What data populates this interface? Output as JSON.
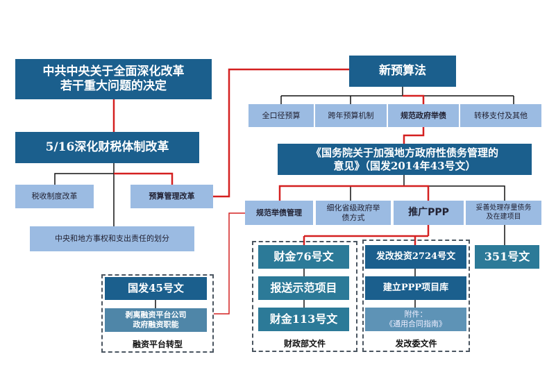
{
  "top": {
    "line1": "中共中央关于全面深化改革",
    "line2": "若干重大问题的决定"
  },
  "reform516": "5/16深化财税体制改革",
  "tax_reform": "税收制度改革",
  "budget_reform": "预算管理改革",
  "division": "中央和地方事权和支出责任的划分",
  "new_budget_law": "新预算法",
  "budget_items": [
    "全口径预算",
    "跨年预算机制",
    "规范政府举债",
    "转移支付及其他"
  ],
  "state_council": {
    "line1": "《国务院关于加强地方政府性债务管理的",
    "line2": "意见》（国发2014年43号文）"
  },
  "opinion_items": [
    "规范举债管理",
    "细化省级政府举债方式",
    "推广PPP",
    "妥善处理存量债务及在建项目"
  ],
  "mof": {
    "items": [
      "财金76号文",
      "报送示范项目",
      "财金113号文"
    ],
    "label": "财政部文件"
  },
  "ndrc": {
    "items": [
      "发改投资2724号文",
      "建立PPP项目库"
    ],
    "attach1": "附件：",
    "attach2": "《通用合同指南》",
    "label": "发改委文件"
  },
  "doc351": "351号文",
  "platform": {
    "item1": "国发45号文",
    "item2a": "剥离融资平台公司",
    "item2b": "政府融资职能",
    "label": "融资平台转型"
  }
}
